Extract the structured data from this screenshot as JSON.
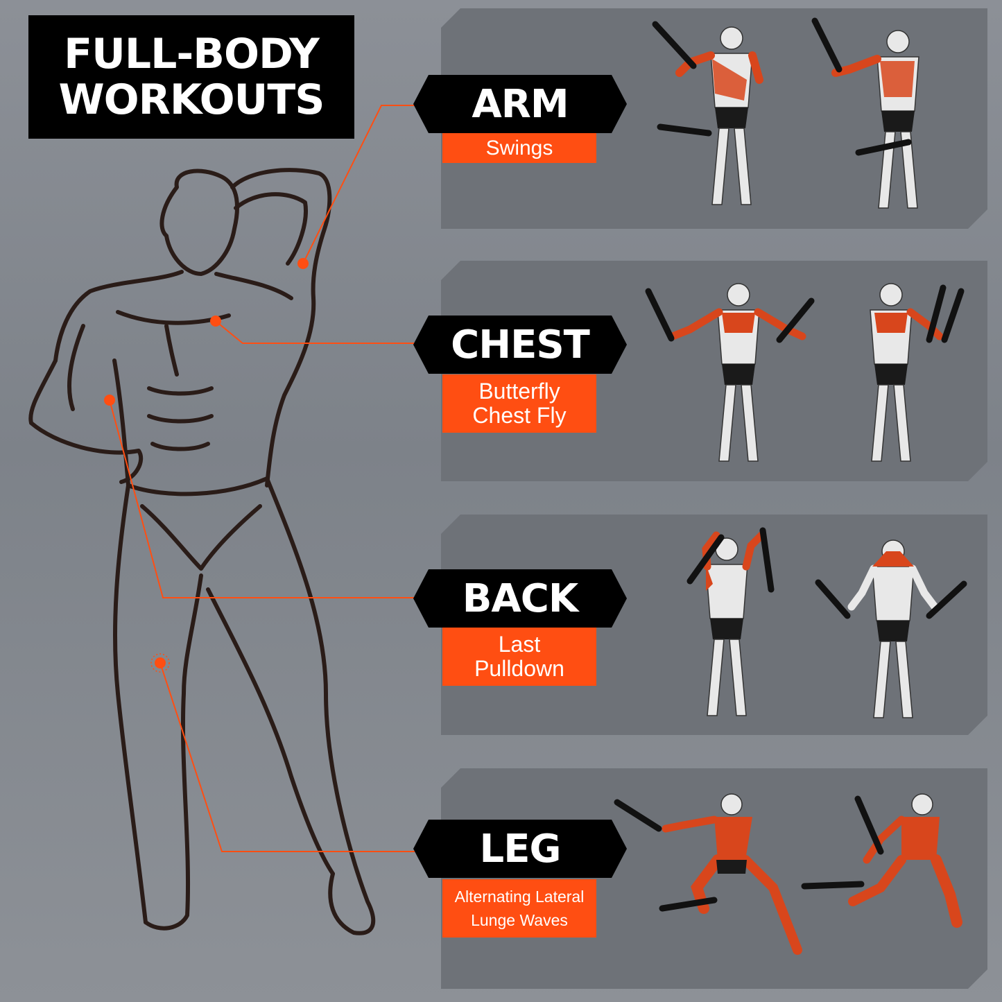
{
  "title": {
    "line1": "FULL-BODY",
    "line2": "WORKOUTS"
  },
  "colors": {
    "accent": "#ff4e12",
    "label_bg": "#000000",
    "panel_bg": "#6e7278",
    "muscle": "#d8461c"
  },
  "sections": [
    {
      "label": "ARM",
      "subtitle_lines": [
        "Swings"
      ]
    },
    {
      "label": "CHEST",
      "subtitle_lines": [
        "Butterfly",
        "Chest Fly"
      ]
    },
    {
      "label": "BACK",
      "subtitle_lines": [
        "Last",
        "Pulldown"
      ]
    },
    {
      "label": "LEG",
      "subtitle_lines": [
        "Alternating Lateral",
        "Lunge Waves"
      ]
    }
  ]
}
